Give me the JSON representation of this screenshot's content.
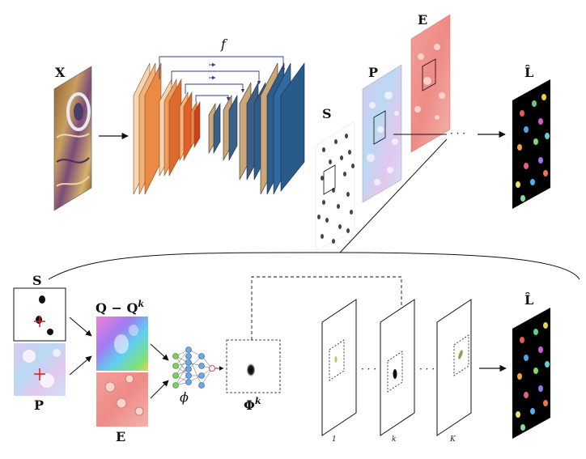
{
  "labels": {
    "x": "X",
    "f": "f",
    "s_top": "S",
    "p_top": "P",
    "e_top": "E",
    "l_top": "L̂",
    "s_bottom": "S",
    "p_bottom": "P",
    "q_main": "Q − Q",
    "q_sup": "k",
    "e_bottom": "E",
    "phi": "ϕ",
    "Phi_main": "Φ",
    "Phi_sup": "k",
    "l_bottom": "L̂",
    "dots": "· · ·",
    "frame_1": "1",
    "frame_k": "k",
    "frame_K": "K"
  },
  "colors": {
    "encoder": "#e8793a",
    "decoder_dark": "#2e5d8c",
    "decoder_tan": "#c9a77a",
    "skip": "#2c3e8c"
  }
}
